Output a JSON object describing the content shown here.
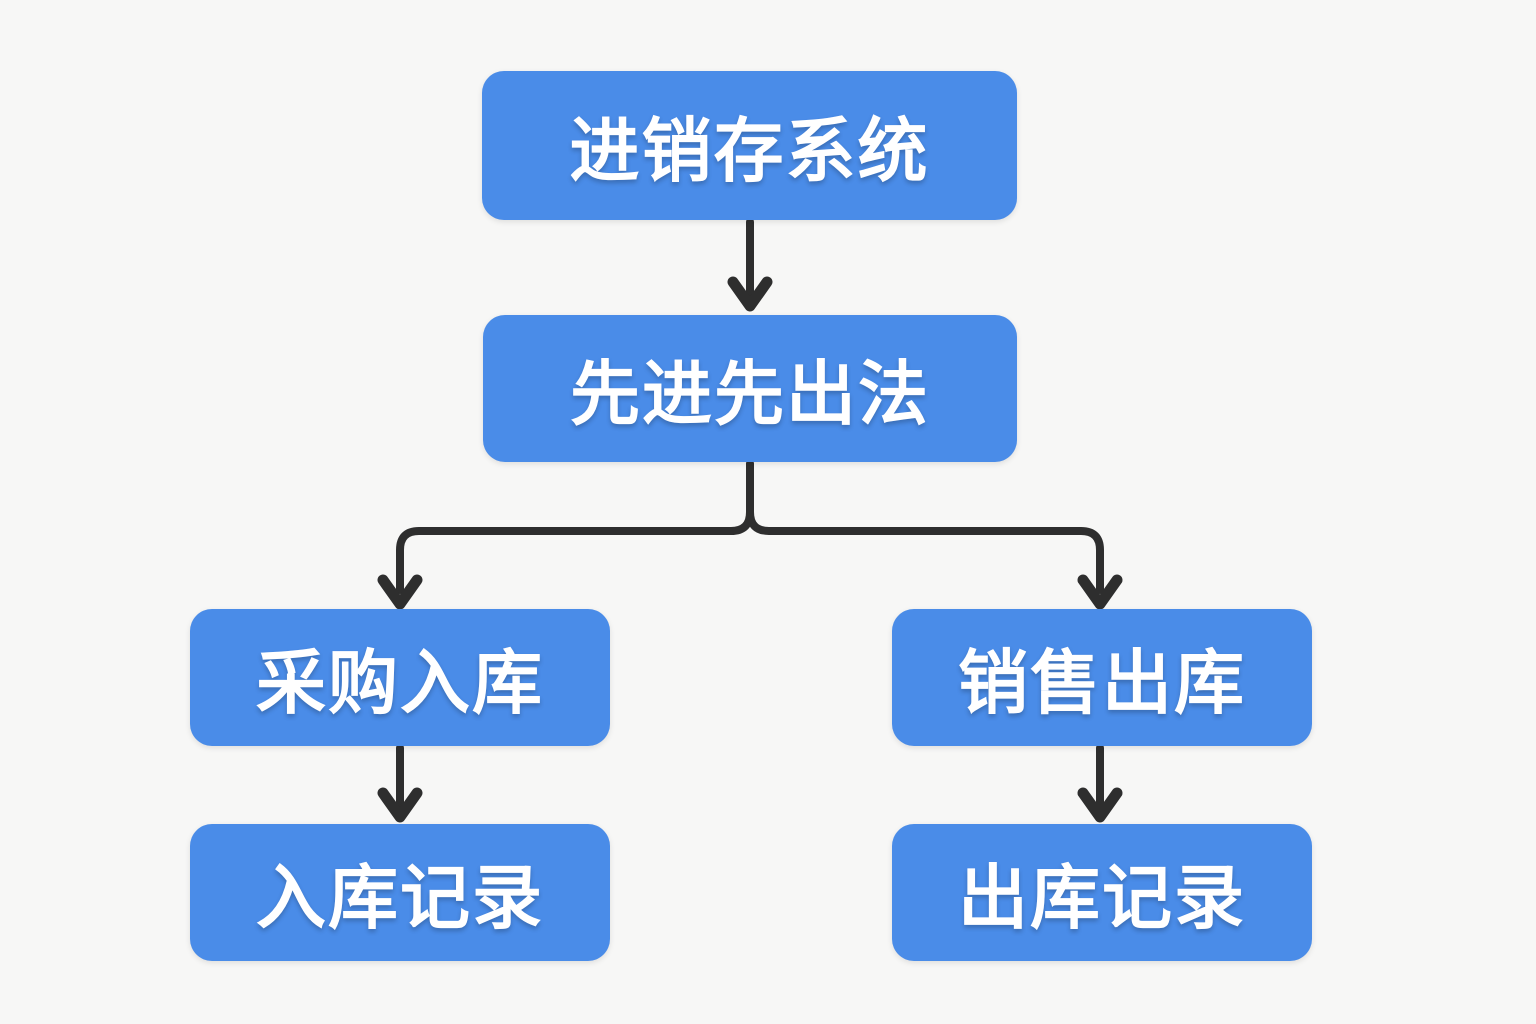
{
  "diagram": {
    "type": "flowchart",
    "direction": "top-down",
    "colors": {
      "background": "#f7f7f6",
      "node_fill": "#4a8ce8",
      "node_text": "#ffffff",
      "connector": "#2e2e2e"
    },
    "nodes": [
      {
        "id": "system",
        "label": "进销存系统"
      },
      {
        "id": "fifo",
        "label": "先进先出法"
      },
      {
        "id": "purchase-in",
        "label": "采购入库"
      },
      {
        "id": "sales-out",
        "label": "销售出库"
      },
      {
        "id": "inbound-record",
        "label": "入库记录"
      },
      {
        "id": "outbound-record",
        "label": "出库记录"
      }
    ],
    "edges": [
      {
        "from": "system",
        "to": "fifo"
      },
      {
        "from": "fifo",
        "to": "purchase-in"
      },
      {
        "from": "fifo",
        "to": "sales-out"
      },
      {
        "from": "purchase-in",
        "to": "inbound-record"
      },
      {
        "from": "sales-out",
        "to": "outbound-record"
      }
    ]
  }
}
